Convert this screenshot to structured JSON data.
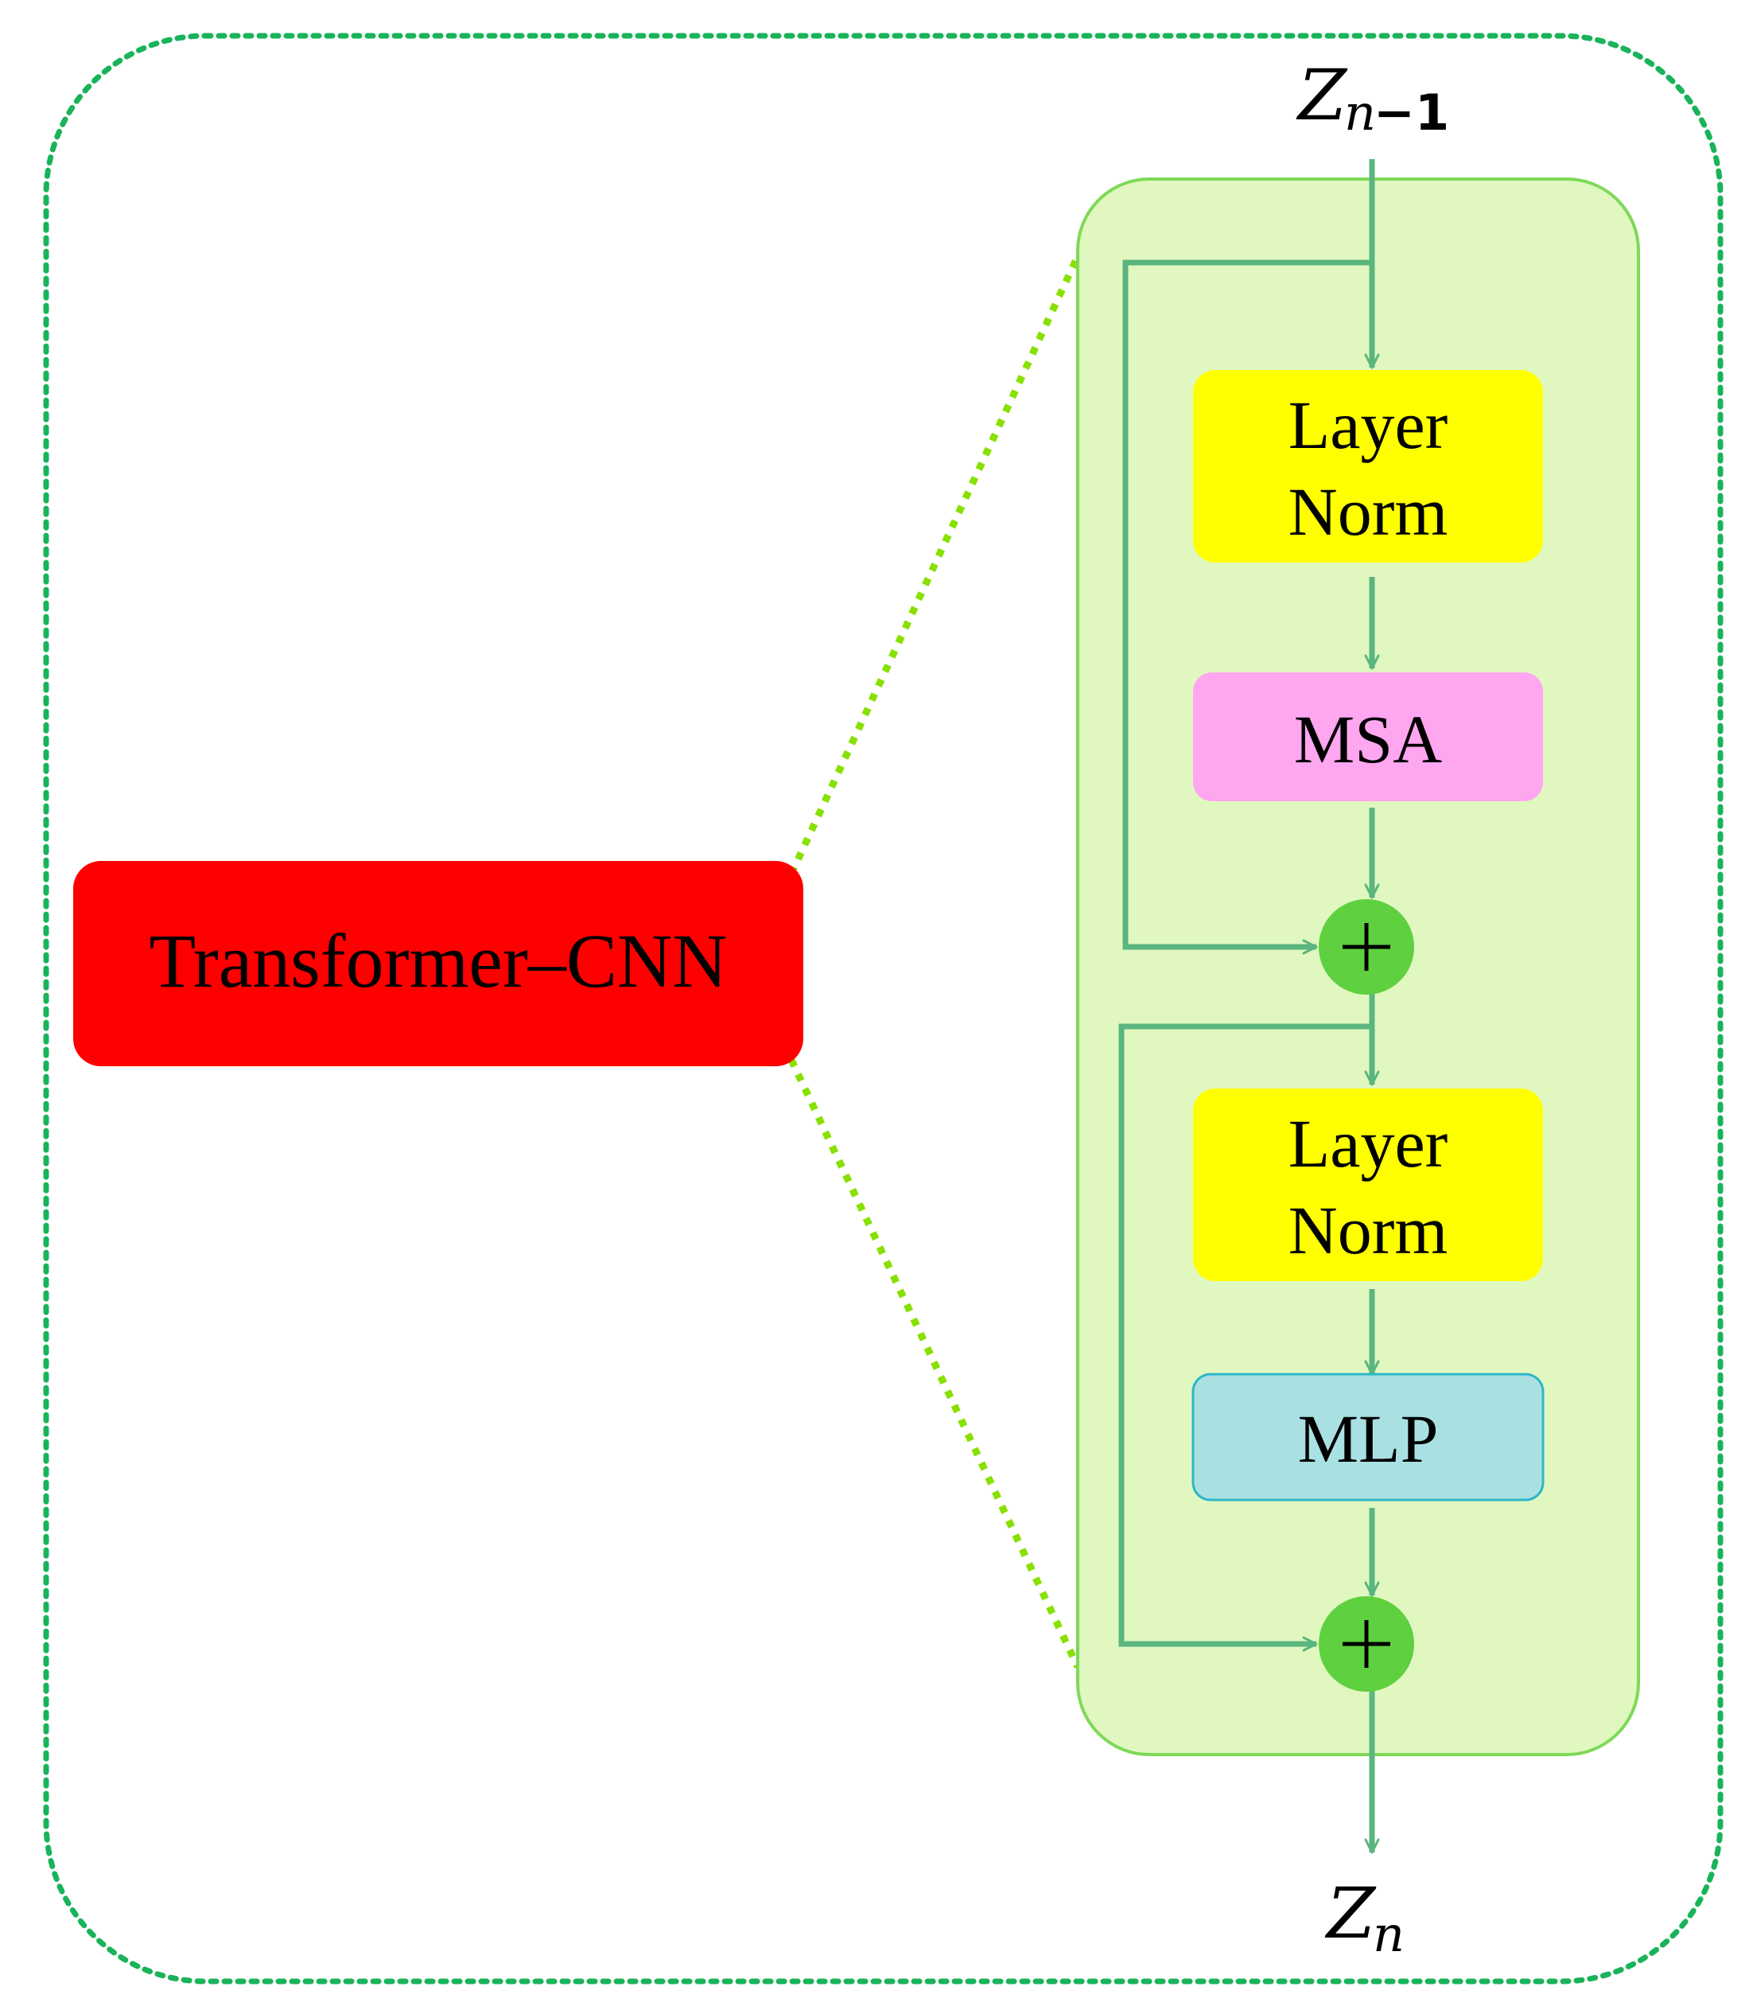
{
  "main_block": {
    "label": "Transformer–CNN",
    "color": "#ff0000"
  },
  "input": {
    "symbol": "Z",
    "subscript_var": "n",
    "subscript_rest": "−1"
  },
  "output": {
    "symbol": "Z",
    "subscript_var": "n"
  },
  "layers": {
    "norm1": {
      "line1": "Layer",
      "line2": "Norm",
      "color": "#ffff00"
    },
    "msa": {
      "label": "MSA",
      "color": "#ffa6f0"
    },
    "add1": {
      "symbol": "+"
    },
    "norm2": {
      "line1": "Layer",
      "line2": "Norm",
      "color": "#ffff00"
    },
    "mlp": {
      "label": "MLP",
      "color": "#a9e1e3"
    },
    "add2": {
      "symbol": "+"
    }
  },
  "colors": {
    "outer_border": "#19b35a",
    "panel_fill": "#e0f8c0",
    "panel_border": "#7ed957",
    "connector": "#88e000",
    "arrow": "#5ab57e",
    "adder": "#5fd03f"
  },
  "icons": {
    "adder": "circle-plus-icon",
    "arrow": "arrow-down-icon"
  }
}
